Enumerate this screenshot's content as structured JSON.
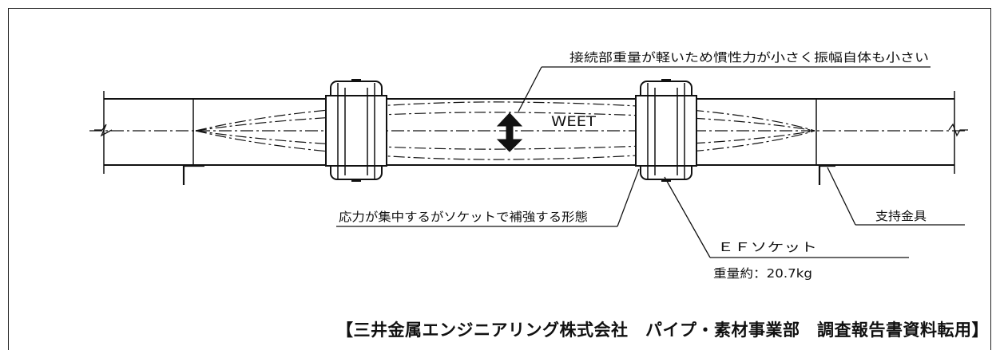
{
  "labels": {
    "top_note": "接続部重量が軽いため慣性力が小さく振幅自体も小さい",
    "wave_text": "WEET",
    "stress_note": "応力が集中するがソケットで補強する形態",
    "support": "支持金具",
    "socket_name": "ＥＦソケット",
    "socket_weight": "重量約：20.7kg"
  },
  "credit": "【三井金属エンジニアリング株式会社　パイプ・素材事業部　調査報告書資料転用】",
  "colors": {
    "line": "#111111",
    "background": "#ffffff"
  }
}
